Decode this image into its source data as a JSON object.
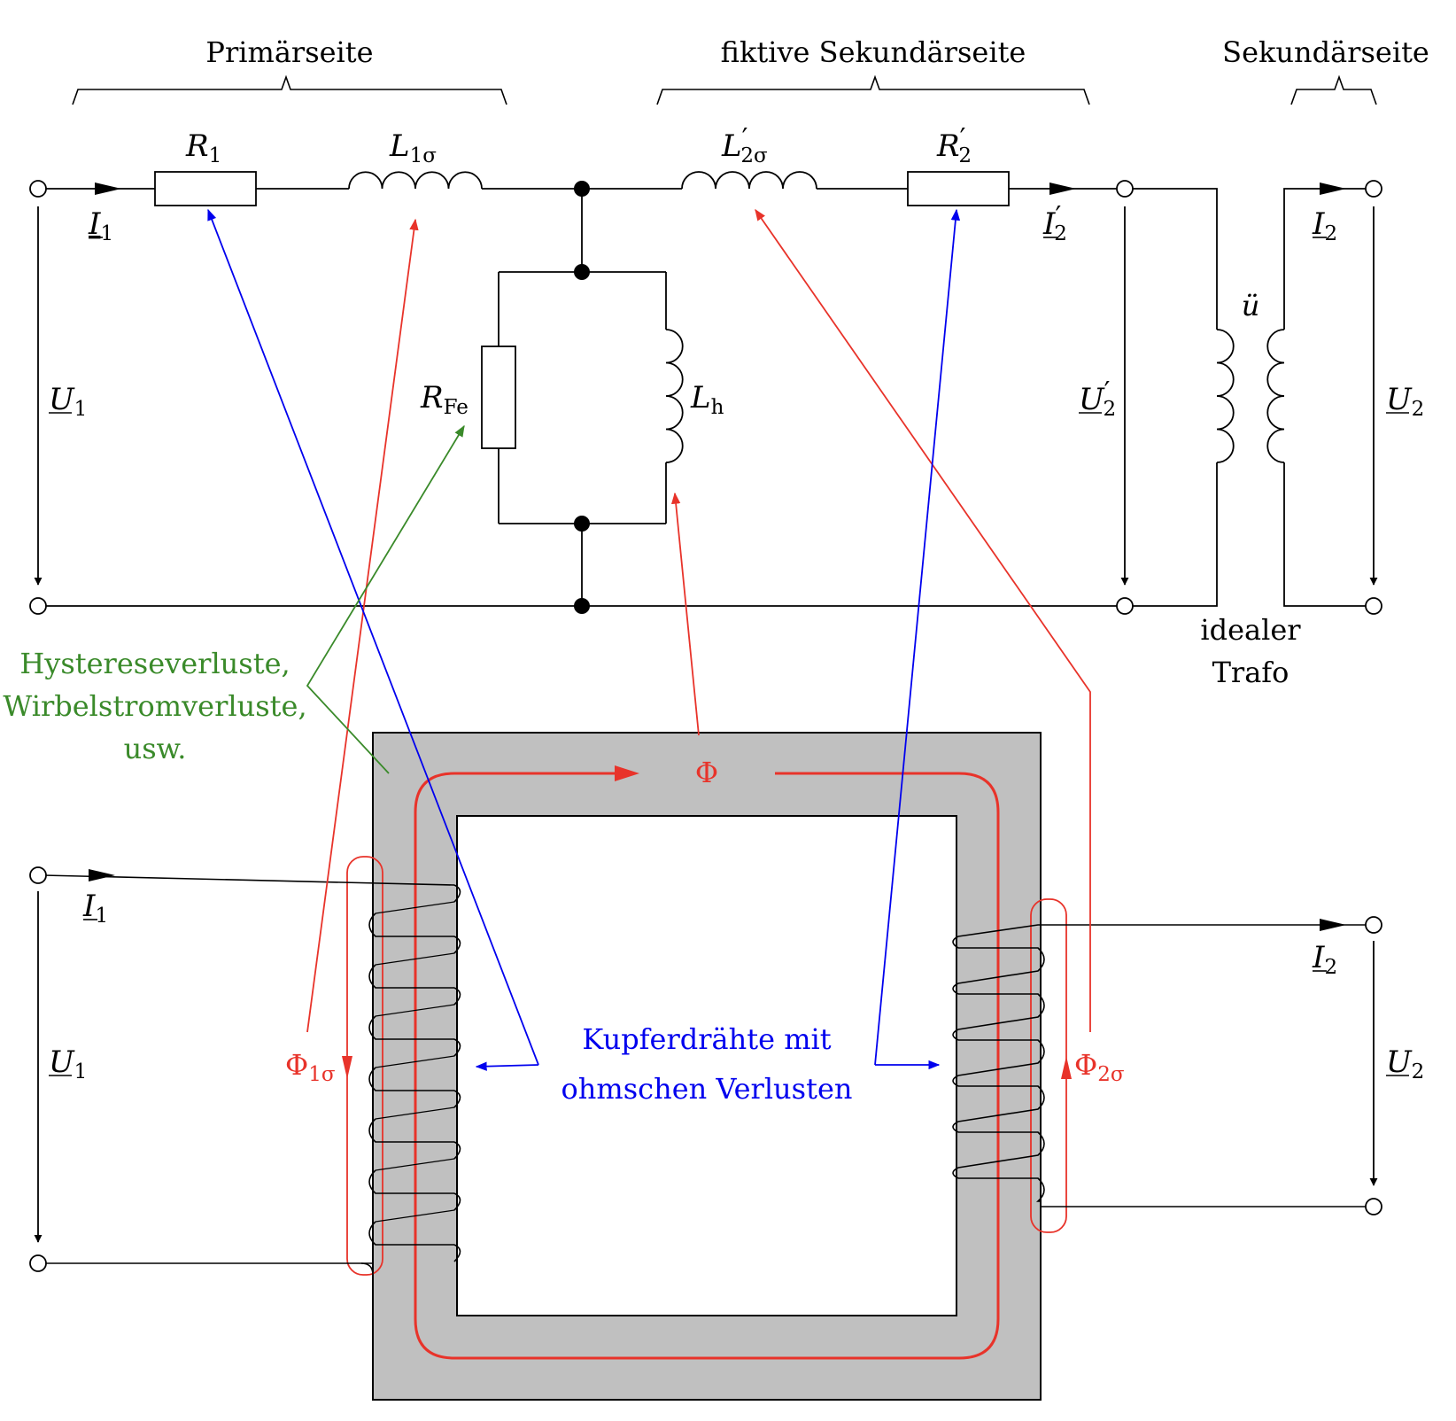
{
  "colors": {
    "wire": "#000000",
    "red": "#e8332a",
    "blue": "#0000ee",
    "green": "#3a8a2a",
    "core": "#c0c0c0"
  },
  "braces": {
    "primary": "Primärseite",
    "fictive_secondary": "fiktive Sekundärseite",
    "secondary": "Sekundärseite"
  },
  "components": {
    "r1": {
      "main": "R",
      "sub": "1"
    },
    "l1s": {
      "main": "L",
      "sub": "1σ"
    },
    "l2s": {
      "main": "L",
      "prime": "′",
      "sub": "2σ"
    },
    "r2": {
      "main": "R",
      "prime": "′",
      "sub": "2"
    },
    "rfe": {
      "main": "R",
      "sub": "Fe"
    },
    "lh": {
      "main": "L",
      "sub": "h"
    },
    "ratio": "ü"
  },
  "quantities": {
    "i1": {
      "main": "I",
      "sub": "1"
    },
    "i2p": {
      "main": "I",
      "prime": "′",
      "sub": "2"
    },
    "i2": {
      "main": "I",
      "sub": "2"
    },
    "u1": {
      "main": "U",
      "sub": "1"
    },
    "u2p": {
      "main": "U",
      "prime": "′",
      "sub": "2"
    },
    "u2": {
      "main": "U",
      "sub": "2"
    }
  },
  "ideal_transformer": [
    "idealer",
    "Trafo"
  ],
  "losses_note": [
    "Hystereseverluste,",
    "Wirbelstromverluste,",
    "usw."
  ],
  "copper_note": [
    "Kupferdrähte mit",
    "ohmschen Verlusten"
  ],
  "flux": {
    "main": "Φ",
    "leak1": {
      "main": "Φ",
      "sub": "1σ"
    },
    "leak2": {
      "main": "Φ",
      "sub": "2σ"
    }
  }
}
